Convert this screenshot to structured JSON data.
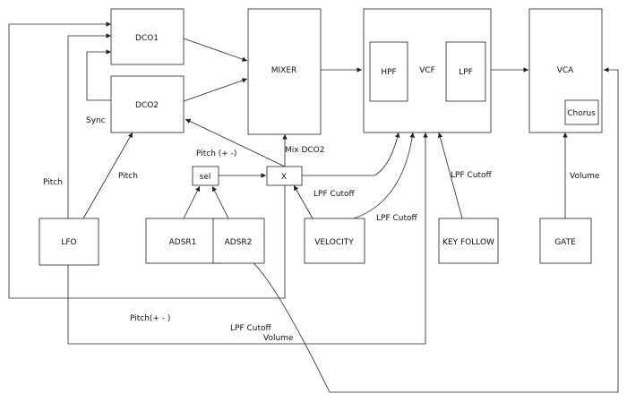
{
  "blocks": {
    "dco1": "DCO1",
    "dco2": "DCO2",
    "mixer": "MIXER",
    "vcf": "VCF",
    "hpf": "HPF",
    "lpf": "LPF",
    "vca": "VCA",
    "chorus": "Chorus",
    "sel": "sel",
    "mult": "X",
    "lfo": "LFO",
    "adsr1": "ADSR1",
    "adsr2": "ADSR2",
    "velocity": "VELOCITY",
    "key_follow": "KEY FOLLOW",
    "gate": "GATE"
  },
  "labels": {
    "sync": "Sync",
    "pitch_lfo_left": "Pitch",
    "pitch_lfo_dco2": "Pitch",
    "pitch_sel": "Pitch (+ -)",
    "mix_dco2": "Mix DCO2",
    "lpf_cutoff_mult": "LPF Cutoff",
    "lpf_cutoff_velocity": "LPF Cutoff",
    "lpf_cutoff_keyfollow": "LPF Cutoff",
    "volume_gate": "Volume",
    "pitch_bottom": "Pitch(+ - )",
    "lpf_cutoff_bottom": "LPF Cutoff",
    "volume_bottom": "Volume"
  }
}
